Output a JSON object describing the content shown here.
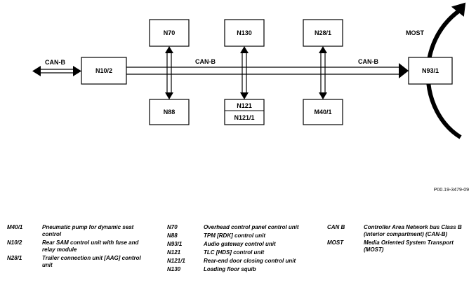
{
  "diagram": {
    "units": {
      "n70": "N70",
      "n130": "N130",
      "n28_1": "N28/1",
      "n10_2": "N10/2",
      "n88": "N88",
      "n121": "N121",
      "n121_1": "N121/1",
      "n40_1": "M40/1",
      "n93_1": "N93/1"
    },
    "bus_labels": {
      "can_b_left": "CAN-B",
      "can_b_mid": "CAN-B",
      "can_b_right": "CAN-B",
      "most": "MOST"
    },
    "figure_id": "P00.19-3479-09"
  },
  "legend": {
    "col1": [
      {
        "code": "M40/1",
        "desc": "Pneumatic pump for dynamic seat control"
      },
      {
        "code": "N10/2",
        "desc": "Rear SAM control unit with fuse and relay module"
      },
      {
        "code": "N28/1",
        "desc": "Trailer connection unit [AAG] control unit"
      }
    ],
    "col2": [
      {
        "code": "N70",
        "desc": "Overhead control panel control unit"
      },
      {
        "code": "N88",
        "desc": "TPM [RDK] control unit"
      },
      {
        "code": "N93/1",
        "desc": "Audio gateway control unit"
      },
      {
        "code": "N121",
        "desc": "TLC [HDS] control unit"
      },
      {
        "code": "N121/1",
        "desc": "Rear-end door closing control unit"
      },
      {
        "code": "N130",
        "desc": "Loading floor squib"
      }
    ],
    "col3": [
      {
        "code": "CAN B",
        "desc": "Controller Area Network bus Class B (interior compartment) (CAN-B)"
      },
      {
        "code": "MOST",
        "desc": "Media Oriented System Transport (MOST)"
      }
    ]
  }
}
